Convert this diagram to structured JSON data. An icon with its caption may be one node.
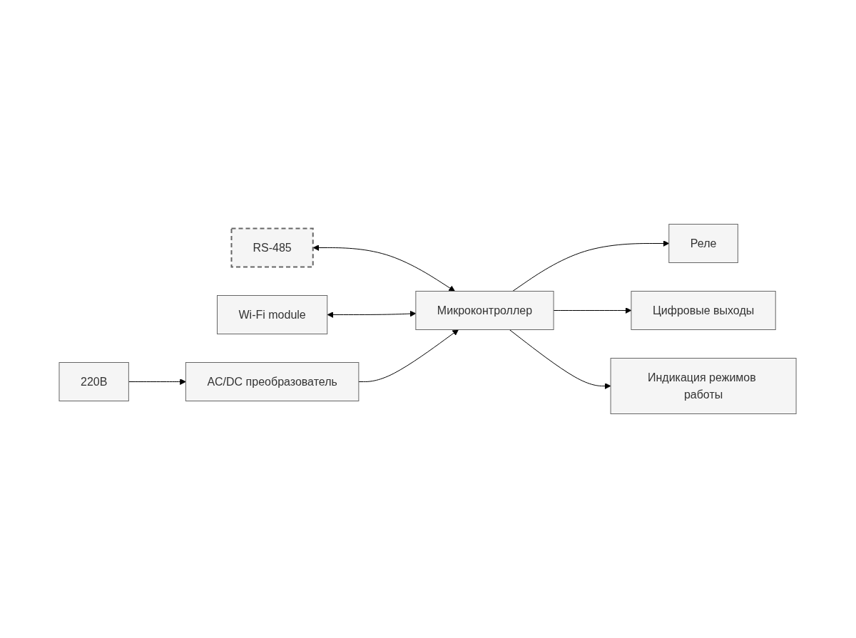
{
  "diagram": {
    "nodes": [
      {
        "text": [
          "RS-485"
        ]
      },
      {
        "text": [
          "Wi-Fi module"
        ]
      },
      {
        "text": [
          "Микроконтроллер"
        ]
      },
      {
        "text": [
          "Реле"
        ]
      },
      {
        "text": [
          "Цифровые выходы"
        ]
      },
      {
        "text": [
          "Индикация режимов работы"
        ]
      },
      {
        "text": [
          "AC/DC преобразователь"
        ]
      },
      {
        "text": [
          "220В"
        ]
      }
    ],
    "edges": [
      {
        "from": 0,
        "to": 2,
        "arrow": "both"
      },
      {
        "from": 1,
        "to": 2,
        "arrow": "both"
      },
      {
        "from": 2,
        "to": 3,
        "arrow": "to"
      },
      {
        "from": 2,
        "to": 4,
        "arrow": "to"
      },
      {
        "from": 2,
        "to": 5,
        "arrow": "to"
      },
      {
        "from": 6,
        "to": 2,
        "arrow": "to"
      },
      {
        "from": 7,
        "to": 6,
        "arrow": "to"
      }
    ]
  }
}
